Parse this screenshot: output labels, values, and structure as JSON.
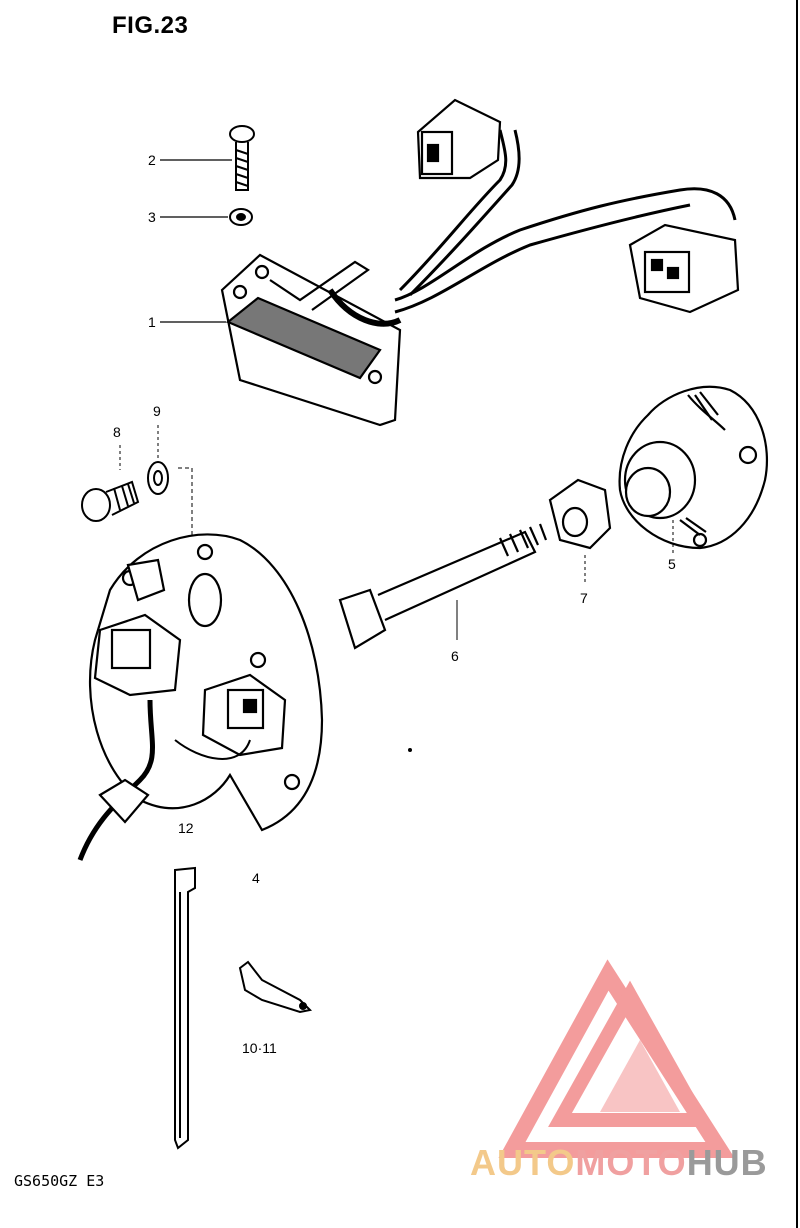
{
  "figure": {
    "title": "FIG.23",
    "model_code": "GS650GZ E3"
  },
  "parts": [
    {
      "id": "1",
      "label": "1"
    },
    {
      "id": "2",
      "label": "2"
    },
    {
      "id": "3",
      "label": "3"
    },
    {
      "id": "4",
      "label": "4"
    },
    {
      "id": "5",
      "label": "5"
    },
    {
      "id": "6",
      "label": "6"
    },
    {
      "id": "7",
      "label": "7"
    },
    {
      "id": "8",
      "label": "8"
    },
    {
      "id": "9",
      "label": "9"
    },
    {
      "id": "10-11",
      "label": "10·11"
    },
    {
      "id": "12",
      "label": "12"
    }
  ],
  "watermark": {
    "part1": "AUTO",
    "part2": "MOTO",
    "part3": "HUB",
    "colors": {
      "triangle": "#f28b8b",
      "auto": "#f3c98a",
      "moto": "#f0a0a0",
      "hub": "#9a9a9a"
    }
  }
}
